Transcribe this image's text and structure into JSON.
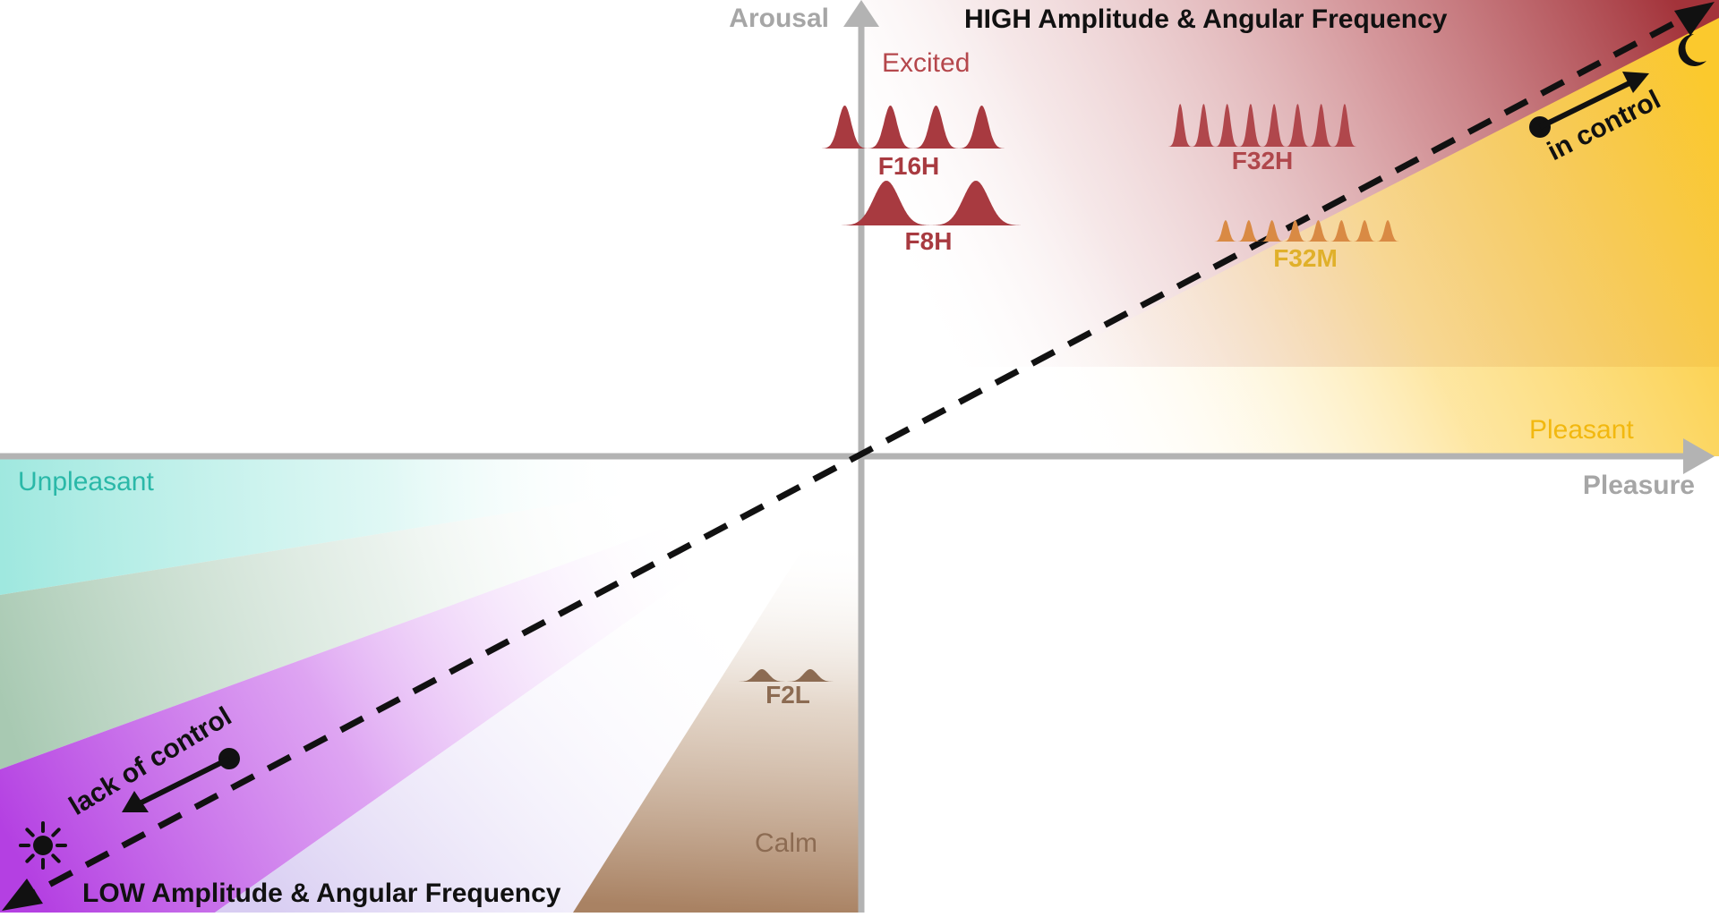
{
  "axes": {
    "arousal": "Arousal",
    "pleasure": "Pleasure"
  },
  "titles": {
    "high": "HIGH Amplitude & Angular Frequency",
    "low": "LOW Amplitude & Angular Frequency"
  },
  "regions": {
    "excited": "Excited",
    "pleasant": "Pleasant",
    "unpleasant": "Unpleasant",
    "calm": "Calm"
  },
  "control": {
    "in": "in control",
    "lack": "lack of control"
  },
  "waves": {
    "f16h": "F16H",
    "f8h": "F8H",
    "f32h": "F32H",
    "f32m": "F32M",
    "f2l": "F2L"
  },
  "icons": {
    "moon": "moon-icon",
    "sun": "sun-icon"
  },
  "colors": {
    "axis": "#b3b3b3",
    "axis_text": "#a6a6a6",
    "high": "#a83a40",
    "excited_text": "#b5474c",
    "pleasant": "#f2b80f",
    "pleasant_fill": "#fbd45a",
    "unpleasant": "#2ab8a8",
    "lack_purple": "#b03adf",
    "calm": "#8c6b52",
    "dashed": "#111111"
  }
}
